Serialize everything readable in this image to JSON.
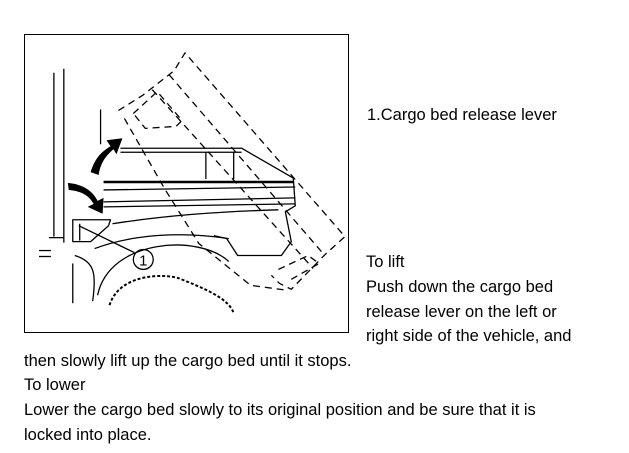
{
  "figure": {
    "callout_number": "1"
  },
  "legend": {
    "item1": "1.Cargo bed release lever"
  },
  "lift": {
    "heading": "To lift",
    "lines": [
      "Push down the cargo bed",
      "release lever on the left or",
      "right side of the vehicle, and",
      "then slowly lift up the cargo bed until it stops."
    ]
  },
  "lower": {
    "heading": "To lower",
    "lines": [
      "Lower the cargo bed slowly to its original position and be sure that it is",
      "locked into place."
    ]
  }
}
